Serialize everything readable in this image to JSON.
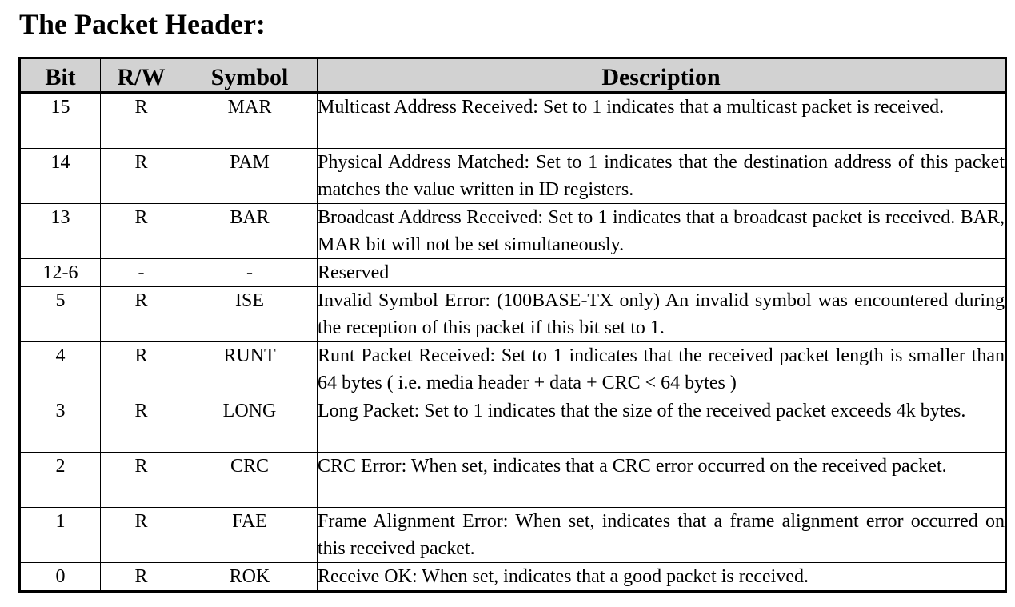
{
  "title": "The Packet Header:",
  "table": {
    "headers": {
      "bit": "Bit",
      "rw": "R/W",
      "symbol": "Symbol",
      "description": "Description"
    },
    "rows": [
      {
        "bit": "15",
        "rw": "R",
        "symbol": "MAR",
        "description": "Multicast Address Received: Set to 1 indicates that a multicast packet is received."
      },
      {
        "bit": "14",
        "rw": "R",
        "symbol": "PAM",
        "description": "Physical Address Matched: Set to 1 indicates that the destination address of this packet matches the value written in ID registers."
      },
      {
        "bit": "13",
        "rw": "R",
        "symbol": "BAR",
        "description": "Broadcast Address Received: Set to 1 indicates that a broadcast packet is received. BAR, MAR bit will not be set simultaneously."
      },
      {
        "bit": "12-6",
        "rw": "-",
        "symbol": "-",
        "description": "Reserved"
      },
      {
        "bit": "5",
        "rw": "R",
        "symbol": "ISE",
        "description": "Invalid Symbol Error: (100BASE-TX only) An invalid symbol was encountered during the reception of this packet if this bit set to 1."
      },
      {
        "bit": "4",
        "rw": "R",
        "symbol": "RUNT",
        "description": "Runt Packet Received: Set to 1 indicates that the received packet length is smaller than 64 bytes ( i.e. media header + data + CRC < 64 bytes )"
      },
      {
        "bit": "3",
        "rw": "R",
        "symbol": "LONG",
        "description": "Long Packet: Set to 1 indicates that the size of the received packet exceeds 4k bytes."
      },
      {
        "bit": "2",
        "rw": "R",
        "symbol": "CRC",
        "description": "CRC Error: When set, indicates that a CRC error occurred on the received packet."
      },
      {
        "bit": "1",
        "rw": "R",
        "symbol": "FAE",
        "description": "Frame Alignment Error: When set, indicates that a frame alignment error occurred on this received packet."
      },
      {
        "bit": "0",
        "rw": "R",
        "symbol": "ROK",
        "description": "Receive OK: When set, indicates that a good packet is received."
      }
    ]
  }
}
